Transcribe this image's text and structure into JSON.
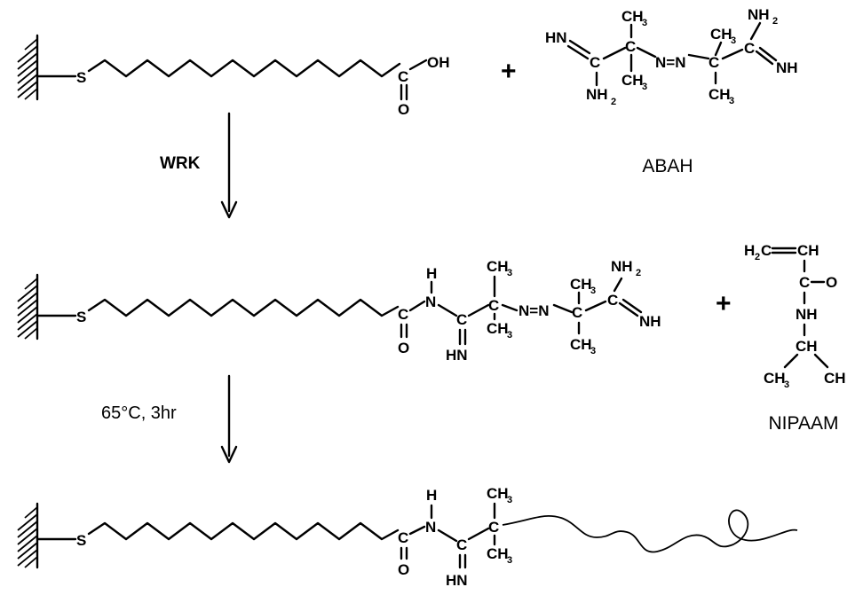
{
  "labels": {
    "wrk": "WRK",
    "conditions": "65°C, 3hr",
    "abah": "ABAH",
    "nipaam": "NIPAAM",
    "plus": "+"
  },
  "atoms": {
    "S": "S",
    "C": "C",
    "O": "O",
    "OH": "OH",
    "H": "H",
    "N": "N",
    "NH": "NH",
    "HN": "HN",
    "CH": "CH",
    "CH3": "CH",
    "CH2": "CH",
    "NH2": "NH",
    "H2C": "H",
    "N_azo": "N=N",
    "sub3": "3",
    "sub2": "2"
  }
}
